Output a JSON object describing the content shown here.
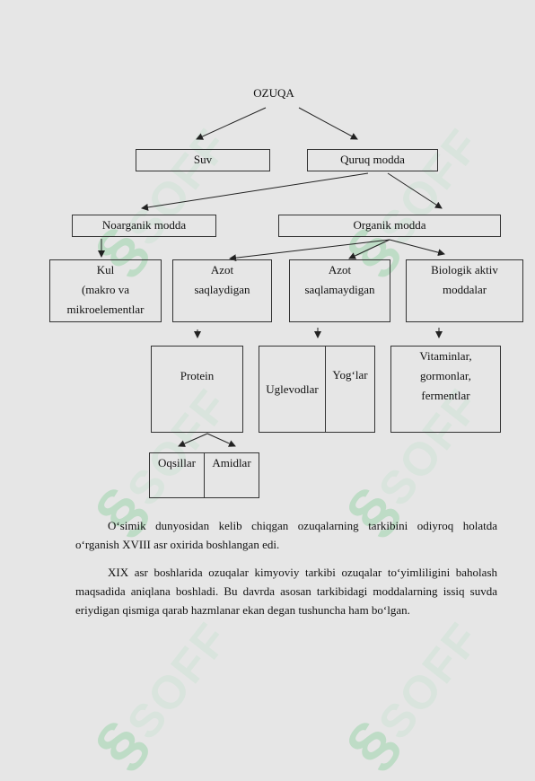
{
  "watermark": "SOFF",
  "diagram": {
    "root": "OZUQA",
    "level1": {
      "left": "Suv",
      "right": "Quruq modda"
    },
    "level2": {
      "left": "Noarganik modda",
      "right": "Organik modda"
    },
    "level3": {
      "kul": [
        "Kul",
        "(makro va",
        "mikroelementlar"
      ],
      "azot1": [
        "Azot",
        "saqlaydigan"
      ],
      "azot2": [
        "Azot",
        "saqlamaydigan"
      ],
      "bio": [
        "Biologik aktiv",
        "moddalar"
      ]
    },
    "level4": {
      "protein": "Protein",
      "uglevodlar": "Uglevodlar",
      "yoglar": "Yog‘lar",
      "vitamin": [
        "Vitaminlar,",
        "gormonlar,",
        "fermentlar"
      ]
    },
    "level5": {
      "oqsillar": "Oqsillar",
      "amidlar": "Amidlar"
    }
  },
  "paragraphs": [
    "O‘simik dunyosidan kelib chiqgan ozuqalarning tarkibini odiyroq holatda o‘rganish XVIII asr oxirida boshlangan edi.",
    "XIX asr boshlarida ozuqalar kimyoviy tarkibi ozuqalar to‘yimliligini baholash maqsadida aniqlana boshladi. Bu davrda asosan tarkibidagi moddalarning issiq suvda eriydigan qismiga qarab hazmlanar ekan degan tushuncha ham bo‘lgan."
  ]
}
